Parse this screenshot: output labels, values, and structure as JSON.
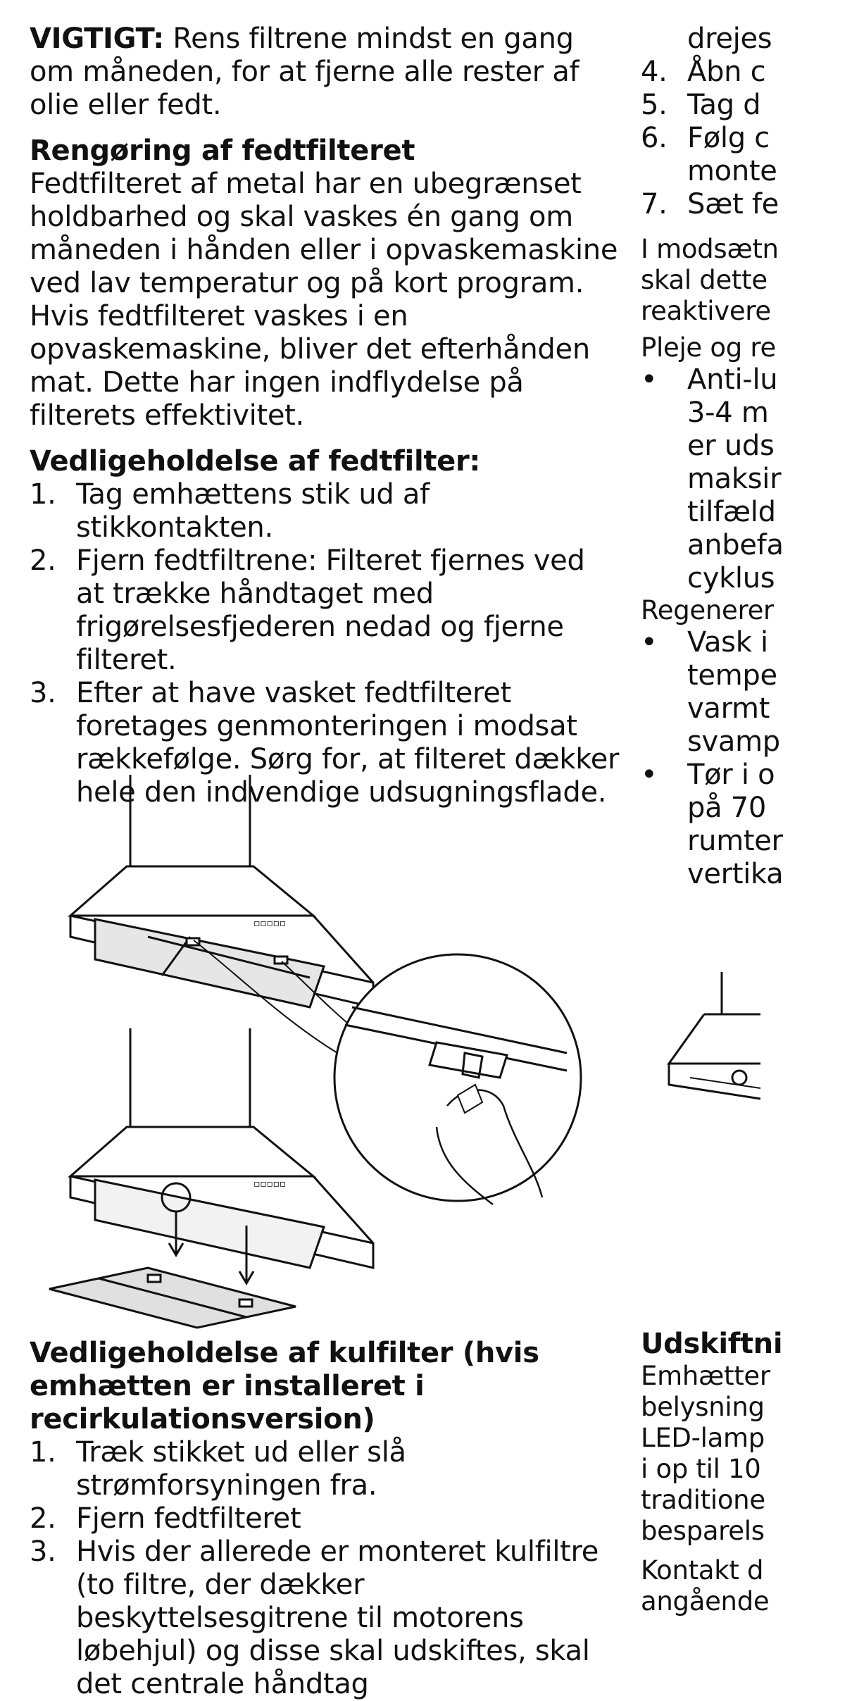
{
  "left": {
    "important_label": "VIGTIGT:",
    "important_text": " Rens filtrene mindst en gang om måneden, for at fjerne alle rester af olie eller fedt.",
    "cleaning_heading": "Rengøring af fedtfilteret",
    "cleaning_text": "Fedtfilteret af metal har en ubegrænset holdbarhed og skal vaskes én gang om måneden i hånden eller i opvaskemaskine ved lav temperatur og på kort program. Hvis fedtfilteret vaskes i en opvaskemaskine, bliver det efterhånden mat. Dette har ingen indflydelse på filterets effektivitet.",
    "maint_heading": "Vedligeholdelse af fedtfilter:",
    "maint_steps": [
      {
        "n": "1.",
        "text": "Tag emhættens stik ud af stikkontakten."
      },
      {
        "n": "2.",
        "text": "Fjern fedtfiltrene: Filteret fjernes ved at trække håndtaget med frigørelsesfjederen nedad og fjerne filteret."
      },
      {
        "n": "3.",
        "text": "Efter at have vasket fedtfilteret foretages genmonteringen i modsat rækkefølge. Sørg for, at filteret dækker hele den indvendige udsugningsflade."
      }
    ],
    "carbon_heading": "Vedligeholdelse af kulfilter (hvis emhætten er installeret i recirkulationsversion)",
    "carbon_steps": [
      {
        "n": "1.",
        "text": "Træk stikket ud eller slå strømforsyningen fra."
      },
      {
        "n": "2.",
        "text": "Fjern fedtfilteret"
      },
      {
        "n": "3.",
        "text": "Hvis der allerede er monteret kulfiltre (to filtre, der dækker beskyttelsesgitrene til motorens løbehjul) og disse skal udskiftes, skal det centrale håndtag"
      }
    ]
  },
  "right": {
    "top_line": "drejes",
    "steps": [
      {
        "n": "4.",
        "text": "Åbn c"
      },
      {
        "n": "5.",
        "text": "Tag d"
      },
      {
        "n": "6.",
        "text": "Følg c"
      },
      {
        "n": "",
        "text": "monte"
      },
      {
        "n": "7.",
        "text": "Sæt fe"
      }
    ],
    "p1": [
      "I modsætn",
      "skal dette",
      "reaktivere"
    ],
    "p2": "Pleje og re",
    "bullet1": [
      "Anti-lu",
      "3-4 m",
      "er uds",
      "maksir",
      "tilfæld",
      "anbefa",
      "cyklus"
    ],
    "p3": "Regenerer",
    "bullet2": [
      "Vask i",
      "tempe",
      "varmt",
      "svamp"
    ],
    "bullet3": [
      "Tør i o",
      "på 70",
      "rumter",
      "vertika"
    ],
    "lower_heading": "Udskiftni",
    "lower_text": [
      "Emhætter",
      "belysning",
      "LED-lamp",
      "i op til 10",
      "traditione",
      "besparels"
    ],
    "lower_p2": [
      "Kontakt d",
      "angående"
    ]
  },
  "figure_labels": {
    "hood_panel": "▫▫▫▫▫"
  }
}
